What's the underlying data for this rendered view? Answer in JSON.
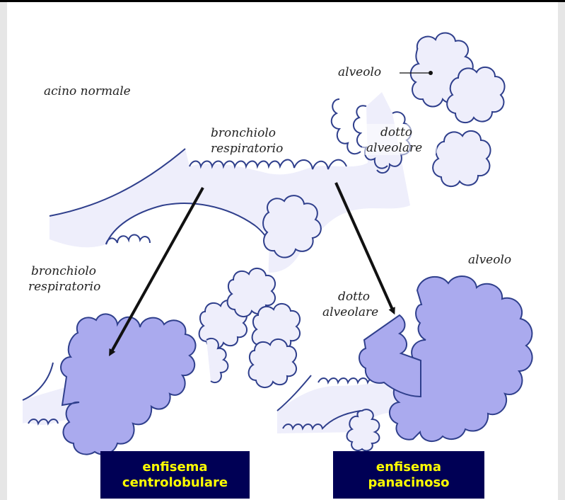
{
  "labels": {
    "acino_normale": "acino normale",
    "bronchiolo_top_1": "bronchiolo",
    "bronchiolo_top_2": "respiratorio",
    "dotto_top_1": "dotto",
    "dotto_top_2": "alveolare",
    "alveolo_top": "alveolo",
    "bronchiolo_left_1": "bronchiolo",
    "bronchiolo_left_2": "respiratorio",
    "dotto_bottom_1": "dotto",
    "dotto_bottom_2": "alveolare",
    "alveolo_bottom": "alveolo"
  },
  "boxes": {
    "centrolobular": [
      "enfisema",
      "centrolobulare"
    ],
    "panacinar": [
      "enfisema",
      "panacinoso"
    ]
  },
  "colors": {
    "tissue_light": "#eeeefb",
    "tissue_emphysema": "#aaaaee",
    "outline": "#2f3f8c",
    "box_bg": "#000055",
    "box_text": "#ffff00",
    "arrow": "#111111"
  }
}
